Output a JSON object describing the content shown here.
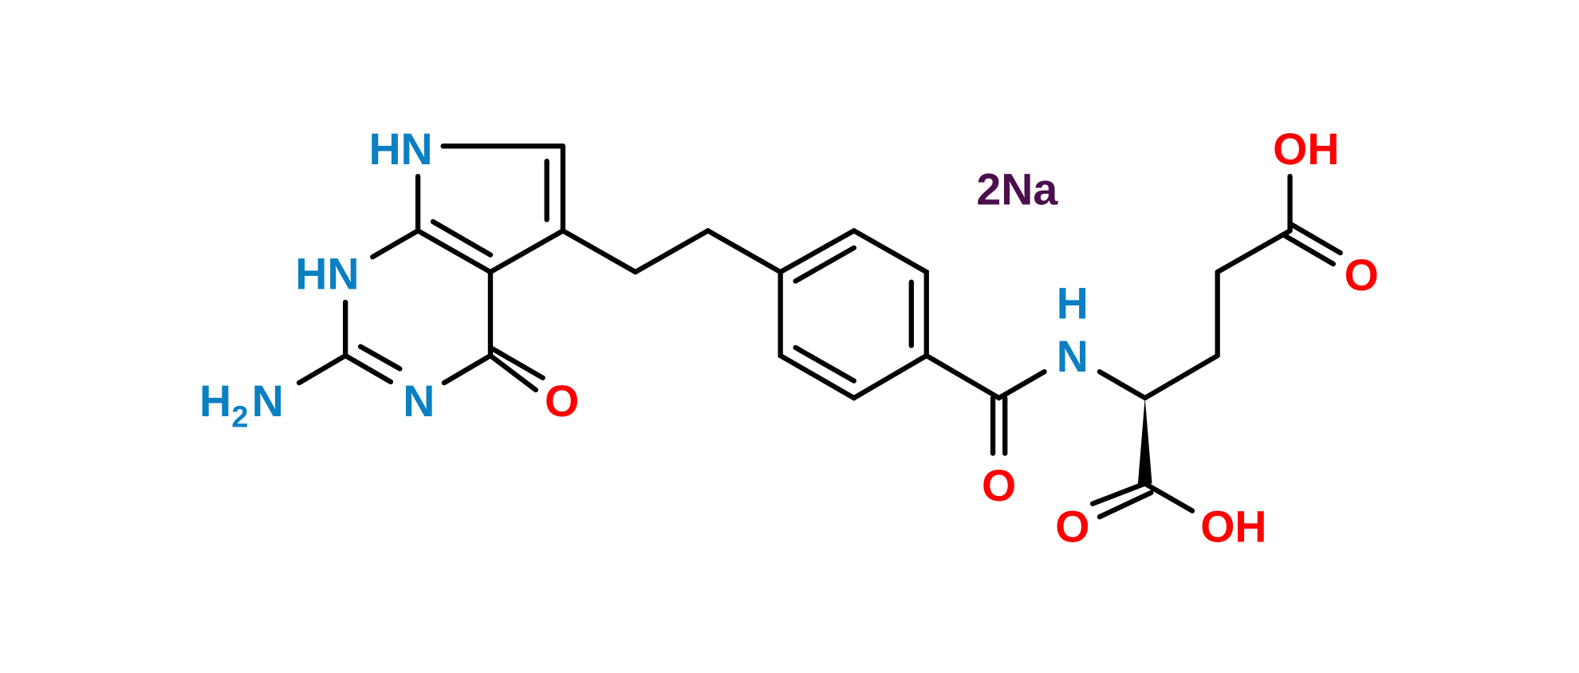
{
  "title": "Pemetrexed disodium structure",
  "colors": {
    "nitrogen": "#0a7fc2",
    "oxygen": "#ff0000",
    "sodium": "#4b0f4d",
    "bond": "#000000"
  },
  "labels": {
    "n7": "HN",
    "n1": "HN",
    "nh2_h": "H",
    "nh2_sub": "2",
    "nh2_n": "N",
    "n3": "N",
    "o4": "O",
    "amide_o": "O",
    "amide_h": "H",
    "amide_n": "N",
    "side_oh": "OH",
    "side_o": "O",
    "alpha_o": "O",
    "alpha_oh": "OH",
    "counterion": "2Na"
  }
}
